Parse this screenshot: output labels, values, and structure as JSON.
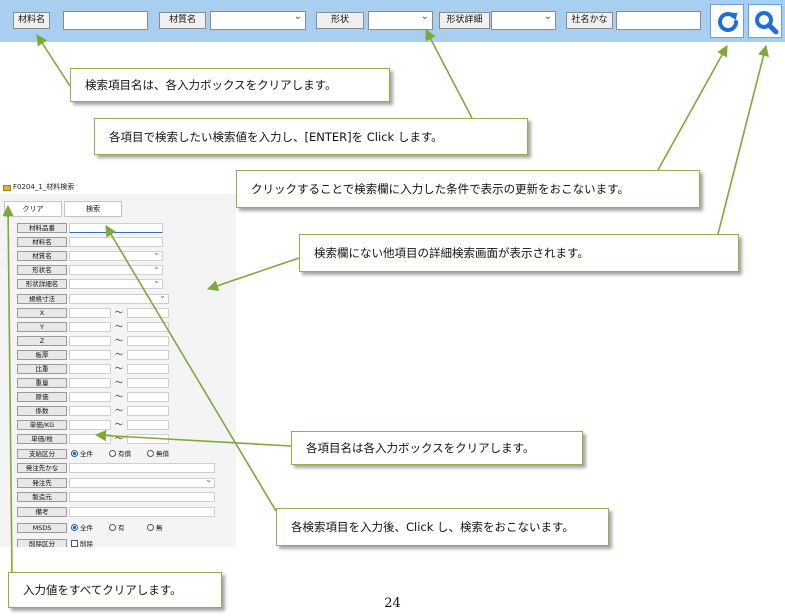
{
  "topbar": {
    "fields": [
      {
        "label": "材料名",
        "value": ""
      },
      {
        "label": "材質名",
        "value": ""
      },
      {
        "label": "形状",
        "value": ""
      },
      {
        "label": "形状詳細",
        "value": ""
      },
      {
        "label": "社名かな",
        "value": ""
      }
    ],
    "refresh_icon": "refresh-icon",
    "search_icon": "search-icon",
    "accent_color": "#1e6fd9",
    "bar_color": "#a9cff0"
  },
  "callouts": {
    "clear_field_top": "検索項目名は、各入力ボックスをクリアします。",
    "enter_value": "各項目で検索したい検索値を入力し、[ENTER]を Click します。",
    "refresh": "クリックすることで検索欄に入力した条件で表示の更新をおこないます。",
    "detail_search": "検索欄にない他項目の詳細検索画面が表示されます。",
    "clear_field_form": "各項目名は各入力ボックスをクリアします。",
    "run_search": "各検索項目を入力後、Click し、検索をおこないます。",
    "clear_all": "入力値をすべてクリアします。"
  },
  "form": {
    "title": "F0204_1_材料検索",
    "clear_button": "クリア",
    "search_button": "検索",
    "fields": [
      "材料品番",
      "材料名",
      "材質名",
      "形状名",
      "形状詳細名",
      "規格寸法"
    ],
    "range_fields": [
      "X",
      "Y",
      "Z",
      "板厚",
      "比重",
      "重量",
      "原価",
      "係数",
      "単価/KG",
      "単価/枚"
    ],
    "range_separator": "～",
    "supply_label": "支給区分",
    "supply_options": [
      "全件",
      "有償",
      "無償"
    ],
    "text_fields": [
      "発注先かな",
      "発注先",
      "製造元",
      "備考"
    ],
    "msds_label": "MSDS",
    "msds_options": [
      "全件",
      "有",
      "無"
    ],
    "delete_label": "削除区分",
    "delete_option": "削除"
  },
  "page_number": "24"
}
